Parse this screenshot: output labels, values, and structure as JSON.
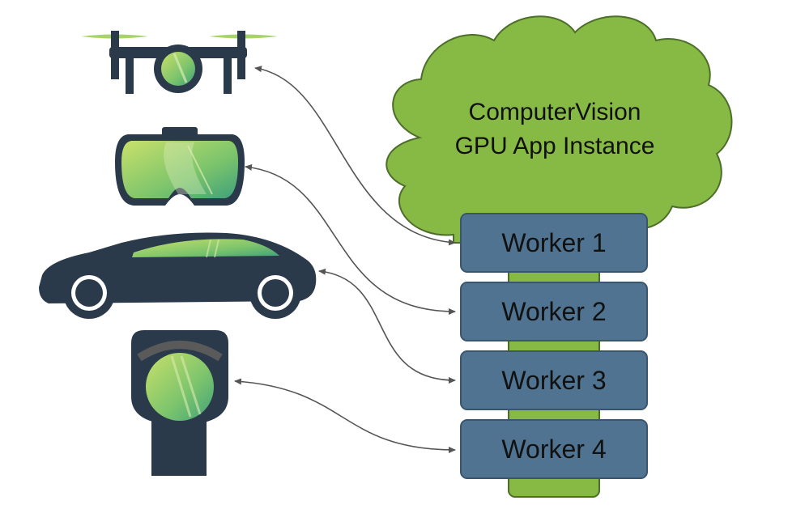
{
  "cloud": {
    "line1": "ComputerVision",
    "line2": "GPU App Instance"
  },
  "workers": [
    {
      "label": "Worker 1"
    },
    {
      "label": "Worker 2"
    },
    {
      "label": "Worker 3"
    },
    {
      "label": "Worker 4"
    }
  ],
  "devices": [
    "drone-icon",
    "vr-headset-icon",
    "car-icon",
    "security-camera-icon"
  ],
  "colors": {
    "cloud_green": "#87b945",
    "worker_blue": "#4f7390",
    "device_navy": "#2b3a4a",
    "lens_green": "#8cc63f",
    "arrow_gray": "#555555"
  }
}
